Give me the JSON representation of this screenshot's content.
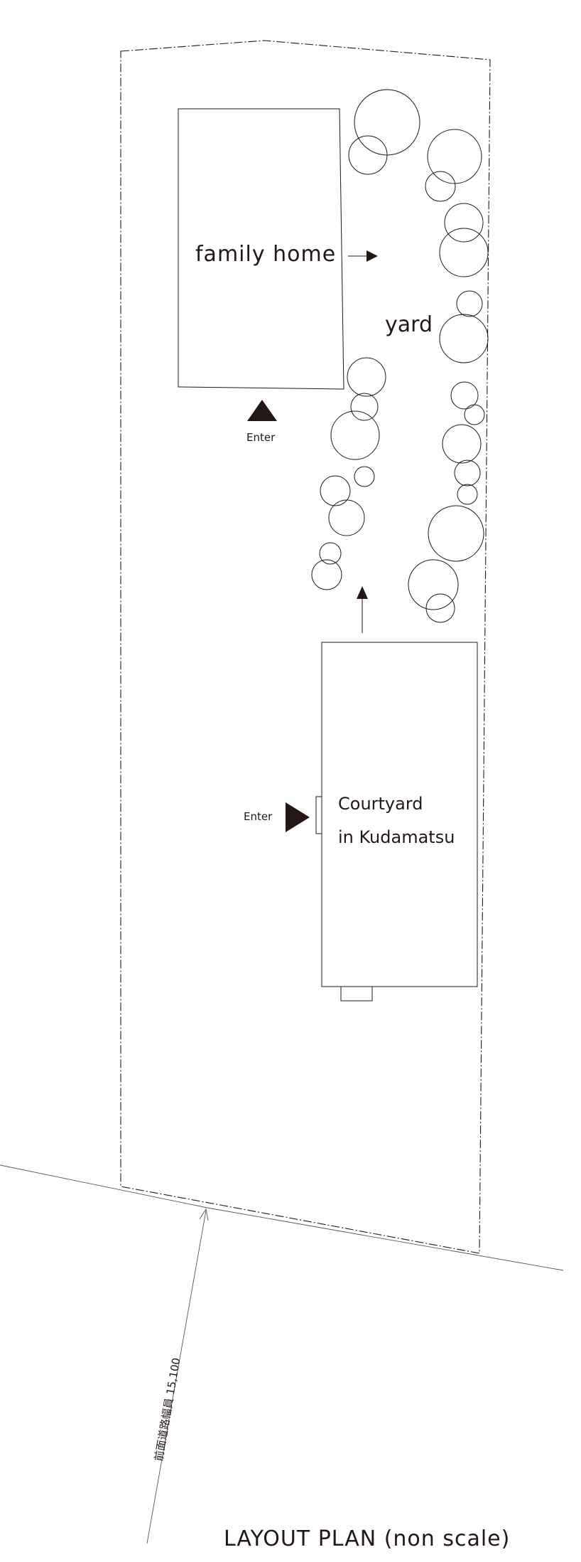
{
  "labels": {
    "family_home": "family home",
    "yard": "yard",
    "enter_top": "Enter",
    "enter_side": "Enter",
    "courtyard_line1": "Courtyard",
    "courtyard_line2": "in Kudamatsu",
    "road_width": "前面道路幅員 15,100",
    "plan_title": "LAYOUT PLAN (non scale)"
  },
  "colors": {
    "ink": "#231815",
    "background": "#ffffff"
  },
  "icons": {
    "enter_marker": "triangle",
    "flow_arrow": "arrow",
    "tree": "circle"
  }
}
